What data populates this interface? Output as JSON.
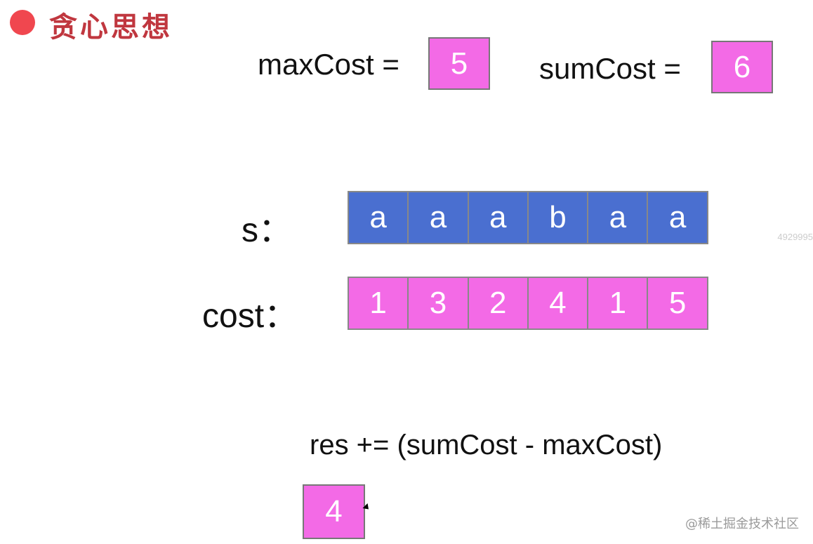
{
  "header": {
    "title": "贪心思想"
  },
  "vars": {
    "max_label": "maxCost =",
    "max_value": "5",
    "sum_label": "sumCost =",
    "sum_value": "6"
  },
  "s_row": {
    "label": "s：",
    "cells": [
      "a",
      "a",
      "a",
      "b",
      "a",
      "a"
    ]
  },
  "cost_row": {
    "label": "cost：",
    "cells": [
      "1",
      "3",
      "2",
      "4",
      "1",
      "5"
    ]
  },
  "formula": {
    "text": "res += (sumCost - maxCost)",
    "result": "4"
  },
  "side_id": "4929995",
  "watermark": "@稀土掘金技术社区",
  "colors": {
    "pink": "#f36ae6",
    "blue": "#4a6fd0",
    "bullet": "#f0474f",
    "title": "#c0373f"
  }
}
